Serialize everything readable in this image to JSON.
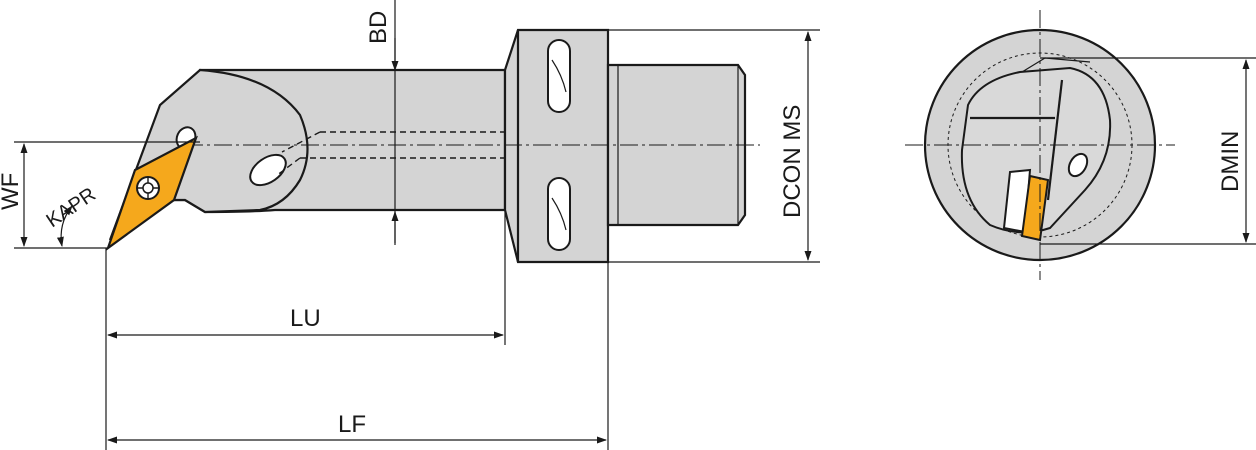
{
  "labels": {
    "bd": "BD",
    "dcon_ms": "DCON MS",
    "wf": "WF",
    "kapr": "KAPR",
    "lu": "LU",
    "lf": "LF",
    "dmin": "DMIN"
  },
  "colors": {
    "insert": "#f5a81c",
    "body": "#d4d4d4",
    "line": "#1a1a1a"
  }
}
